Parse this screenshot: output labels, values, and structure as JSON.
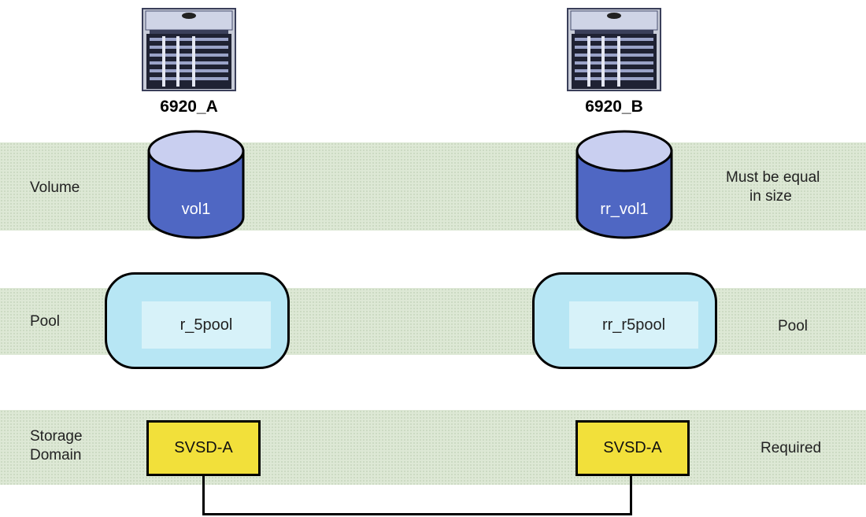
{
  "devices": {
    "left": {
      "name": "6920_A"
    },
    "right": {
      "name": "6920_B"
    }
  },
  "rows": {
    "volume": {
      "left_label": "Volume",
      "right_label_line1": "Must be equal",
      "right_label_line2": "in size"
    },
    "pool": {
      "left_label": "Pool",
      "right_label": "Pool"
    },
    "storage_domain": {
      "left_label_line1": "Storage",
      "left_label_line2": "Domain",
      "right_label": "Required"
    }
  },
  "volumes": {
    "left": "vol1",
    "right": "rr_vol1"
  },
  "pools": {
    "left": "r_5pool",
    "right": "rr_r5pool"
  },
  "storage_domains": {
    "left": "SVSD-A",
    "right": "SVSD-A"
  },
  "colors": {
    "band": "#dde8d5",
    "cylinder_top": "#c9cff0",
    "cylinder_body": "#4f67c3",
    "pool_fill": "#b7e6f4",
    "domain_fill": "#f2e03a"
  }
}
